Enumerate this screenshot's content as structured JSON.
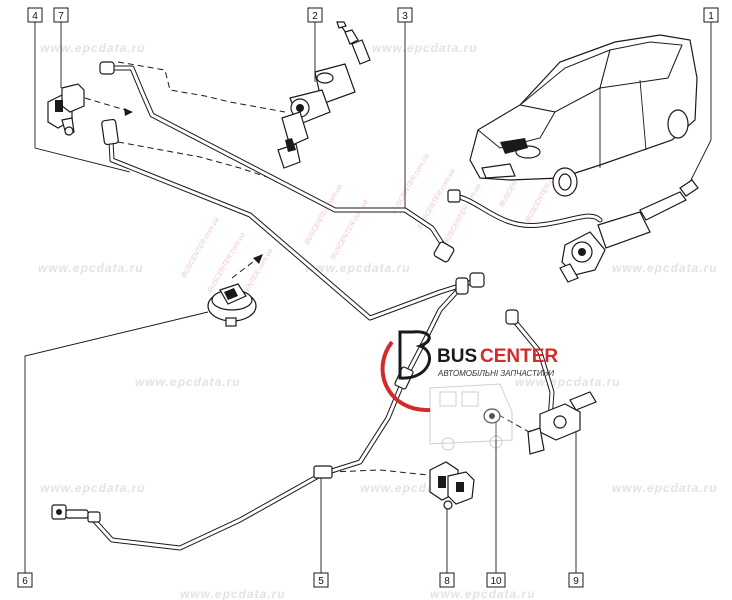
{
  "diagram": {
    "callouts": [
      {
        "id": "c4",
        "label": "4"
      },
      {
        "id": "c7",
        "label": "7"
      },
      {
        "id": "c2",
        "label": "2"
      },
      {
        "id": "c3",
        "label": "3"
      },
      {
        "id": "c1",
        "label": "1"
      },
      {
        "id": "c6",
        "label": "6"
      },
      {
        "id": "c5",
        "label": "5"
      },
      {
        "id": "c8",
        "label": "8"
      },
      {
        "id": "c10",
        "label": "10"
      },
      {
        "id": "c9",
        "label": "9"
      }
    ],
    "watermark": "www.epcdata.ru",
    "watermark_small": "BUSCENTER.com.ua",
    "logo": {
      "brand_prefix": "BUS",
      "brand_suffix": "CENTER",
      "tagline": "АВТОМОБІЛЬНІ ЗАПЧАСТИНИ",
      "brand_color": "#1a1a1a",
      "accent_color": "#d42a2a"
    }
  }
}
